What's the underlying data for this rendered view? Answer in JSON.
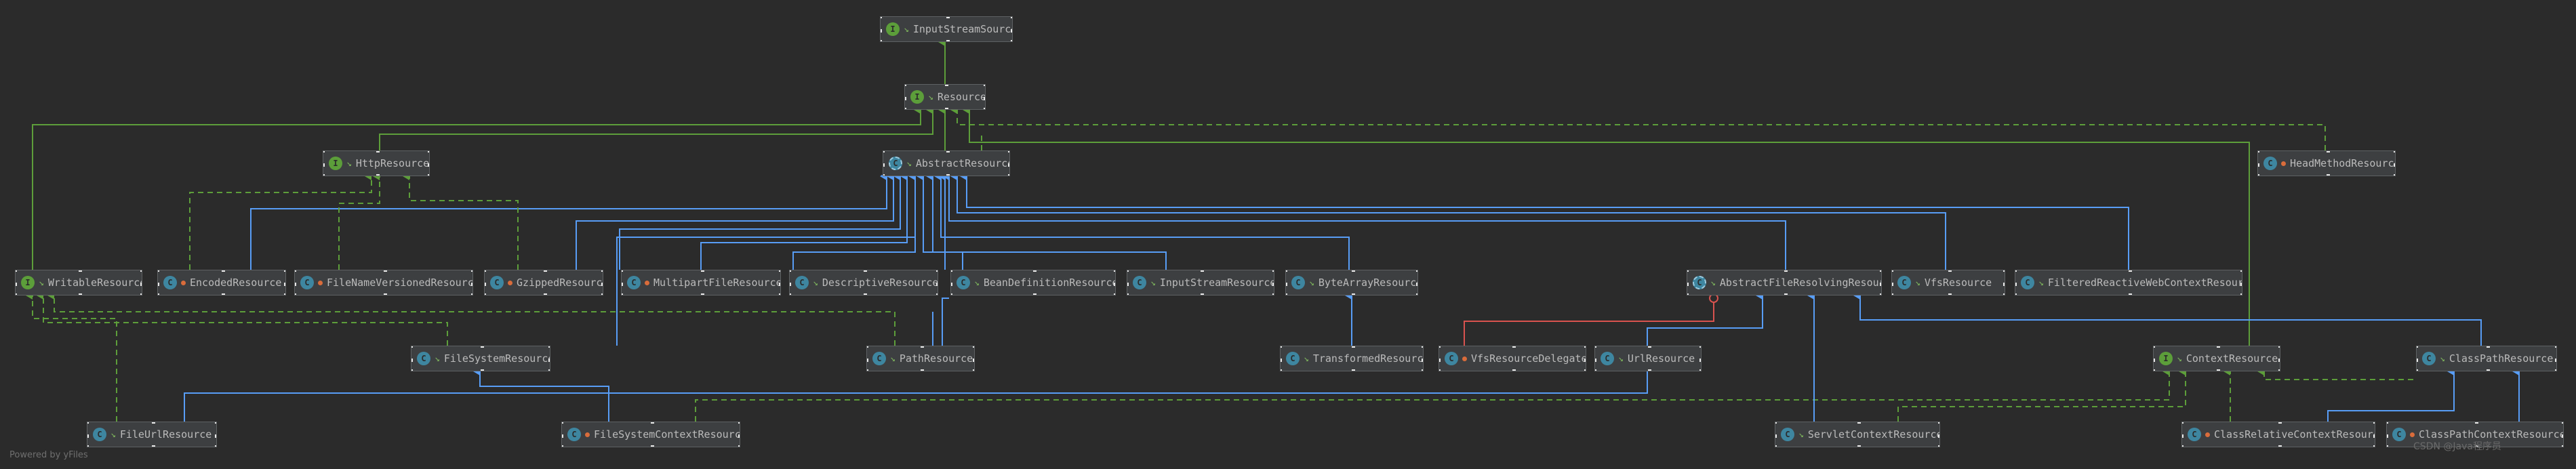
{
  "nodes": [
    {
      "id": "n1",
      "name": "InputStreamSource",
      "kind": "i"
    },
    {
      "id": "n2",
      "name": "Resource",
      "kind": "i"
    },
    {
      "id": "n3",
      "name": "HttpResource",
      "kind": "i"
    },
    {
      "id": "n4",
      "name": "AbstractResource",
      "kind": "a"
    },
    {
      "id": "n5",
      "name": "HeadMethodResource",
      "kind": "c",
      "private": true
    },
    {
      "id": "n6",
      "name": "WritableResource",
      "kind": "i"
    },
    {
      "id": "n7",
      "name": "EncodedResource",
      "kind": "c",
      "private": true
    },
    {
      "id": "n8",
      "name": "FileNameVersionedResource",
      "kind": "c",
      "private": true
    },
    {
      "id": "n9",
      "name": "GzippedResource",
      "kind": "c",
      "private": true
    },
    {
      "id": "n10",
      "name": "MultipartFileResource",
      "kind": "c",
      "private": true
    },
    {
      "id": "n11",
      "name": "DescriptiveResource",
      "kind": "c"
    },
    {
      "id": "n12",
      "name": "BeanDefinitionResource",
      "kind": "c"
    },
    {
      "id": "n13",
      "name": "InputStreamResource",
      "kind": "c"
    },
    {
      "id": "n14",
      "name": "ByteArrayResource",
      "kind": "c"
    },
    {
      "id": "n15",
      "name": "AbstractFileResolvingResource",
      "kind": "a"
    },
    {
      "id": "n16",
      "name": "VfsResource",
      "kind": "c"
    },
    {
      "id": "n17",
      "name": "FilteredReactiveWebContextResource",
      "kind": "c"
    },
    {
      "id": "n18",
      "name": "FileSystemResource",
      "kind": "c"
    },
    {
      "id": "n19",
      "name": "PathResource",
      "kind": "c"
    },
    {
      "id": "n20",
      "name": "TransformedResource",
      "kind": "c"
    },
    {
      "id": "n21",
      "name": "VfsResourceDelegate",
      "kind": "c",
      "private": true
    },
    {
      "id": "n22",
      "name": "UrlResource",
      "kind": "c"
    },
    {
      "id": "n23",
      "name": "ContextResource",
      "kind": "i"
    },
    {
      "id": "n24",
      "name": "ClassPathResource",
      "kind": "c"
    },
    {
      "id": "n25",
      "name": "FileUrlResource",
      "kind": "c"
    },
    {
      "id": "n26",
      "name": "FileSystemContextResource",
      "kind": "c",
      "private": true
    },
    {
      "id": "n27",
      "name": "ServletContextResource",
      "kind": "c"
    },
    {
      "id": "n28",
      "name": "ClassRelativeContextResource",
      "kind": "c",
      "private": true
    },
    {
      "id": "n29",
      "name": "ClassPathContextResource",
      "kind": "c",
      "private": true
    }
  ],
  "colors": {
    "background": "#2b2b2b",
    "extends": "#589df6",
    "implements": "#5d9e3a",
    "inner": "#d9534f",
    "interface_icon": "#5c9e3a",
    "class_icon": "#3e86a0"
  },
  "footer": {
    "powered": "Powered by yFiles",
    "watermark": "CSDN @Java程序员"
  }
}
